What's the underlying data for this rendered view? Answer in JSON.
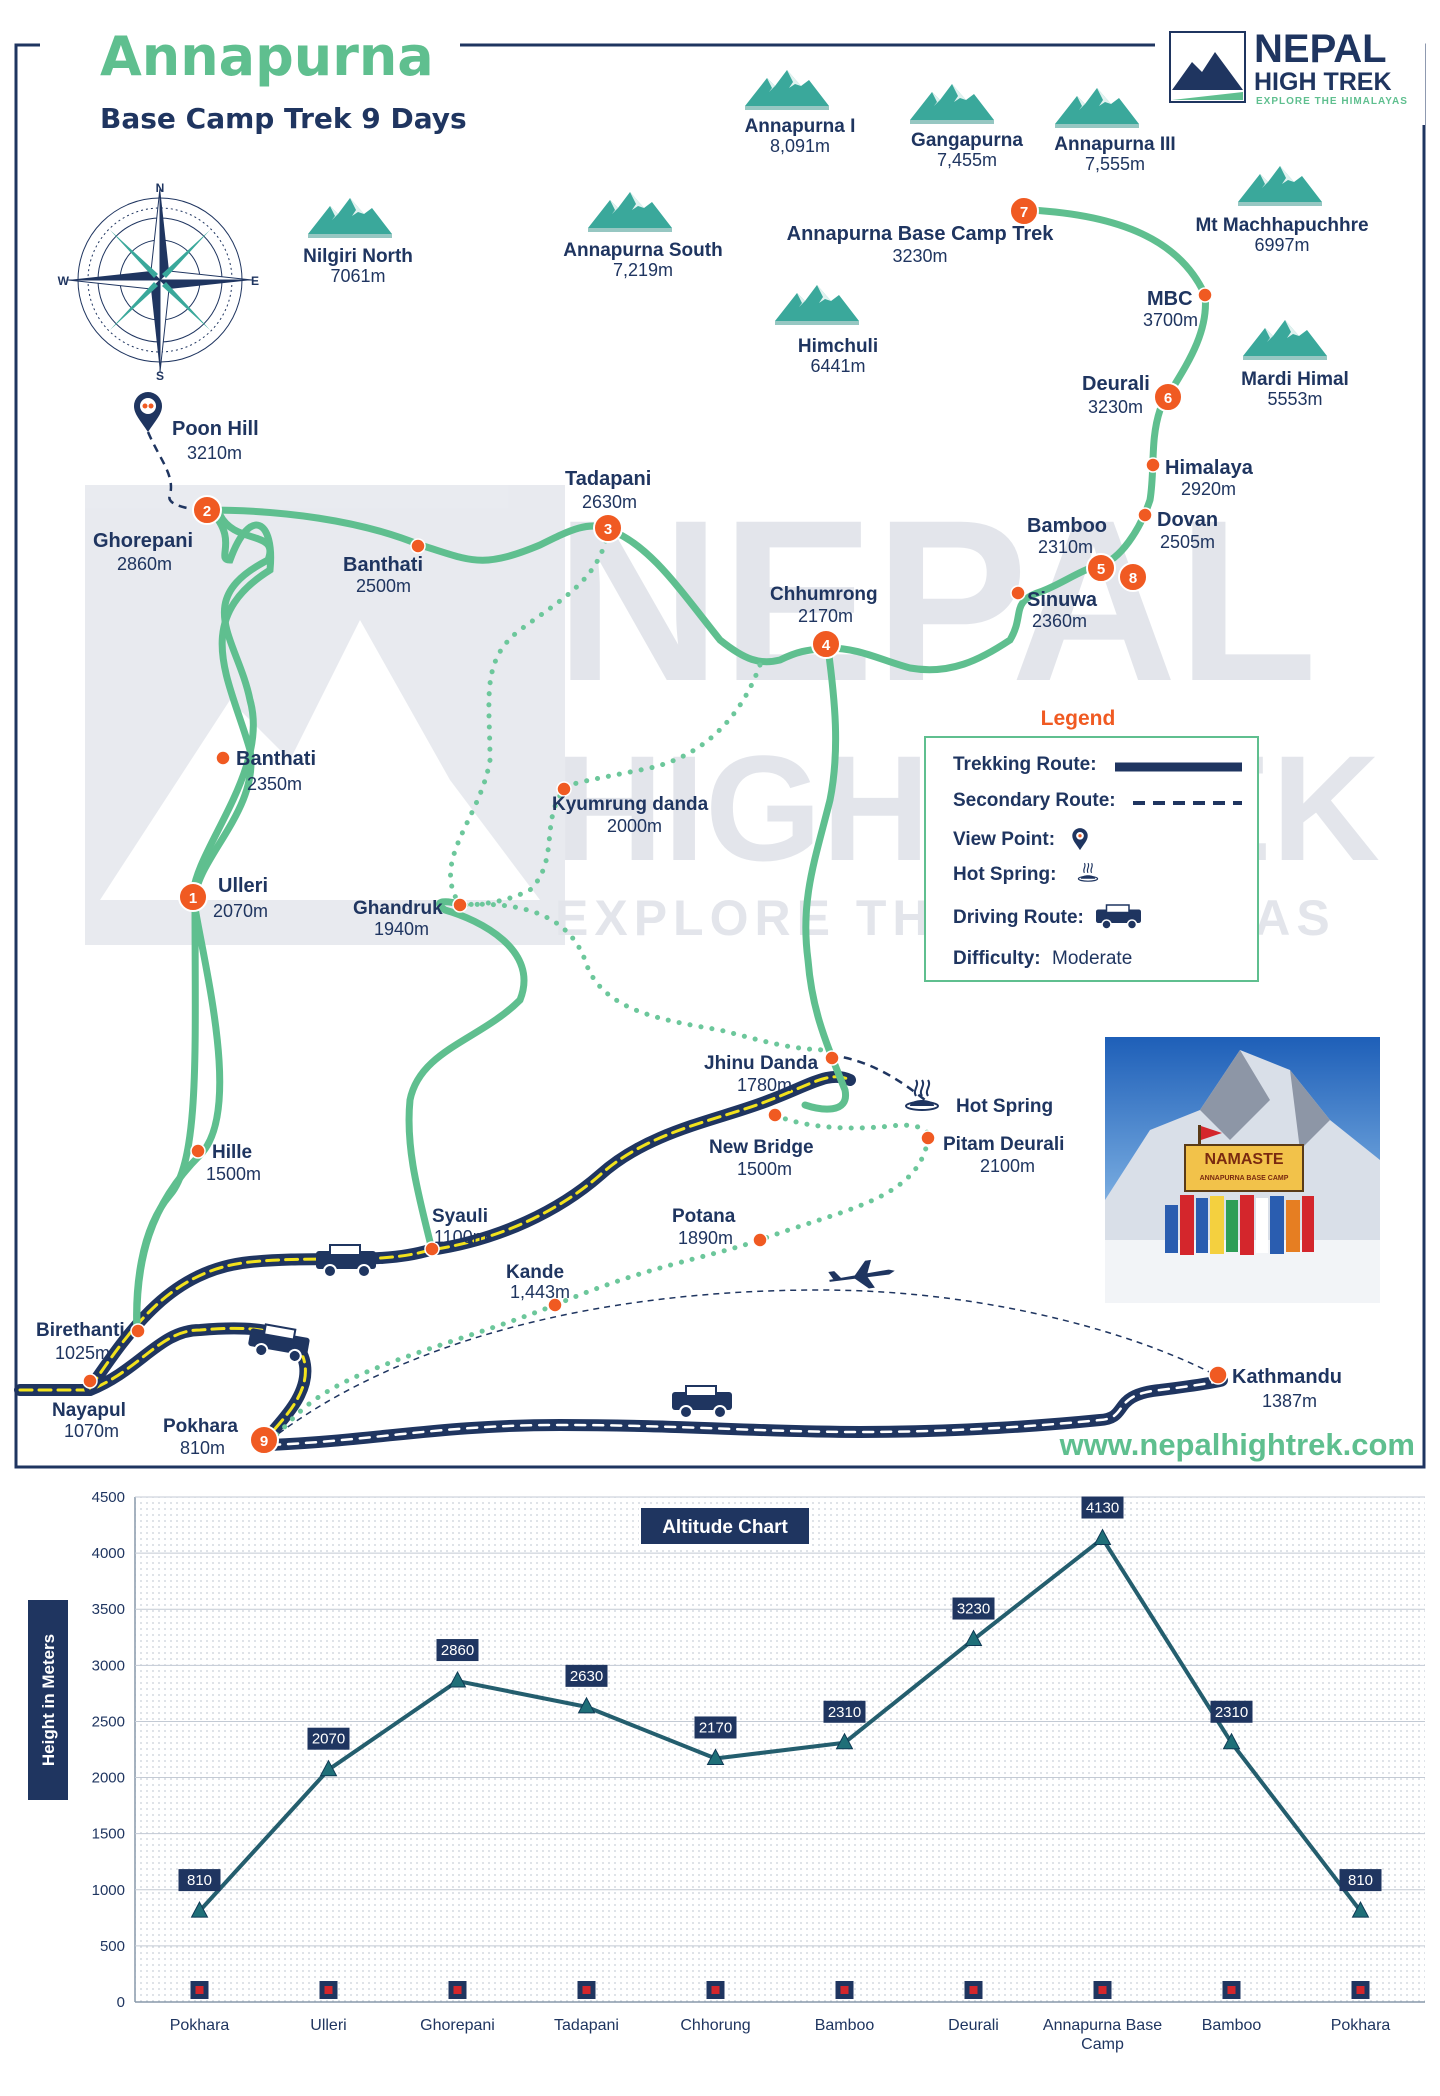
{
  "map": {
    "title": "Annapurna",
    "subtitle": "Base Camp Trek 9 Days",
    "brand": {
      "name_line1": "NEPAL",
      "name_line2": "HIGH TREK",
      "tagline": "EXPLORE THE HIMALAYAS"
    },
    "watermark": {
      "line1": "NEPAL",
      "line2": "HIGH TREK",
      "line3": "EXPLORE THE HIMALAYAS"
    },
    "compass": {
      "n": "N",
      "e": "E",
      "s": "S",
      "w": "W"
    },
    "mountains": [
      {
        "name": "Nilgiri North",
        "alt": "7061m"
      },
      {
        "name": "Annapurna South",
        "alt": "7,219m"
      },
      {
        "name": "Himchuli",
        "alt": "6441m"
      },
      {
        "name": "Annapurna I",
        "alt": "8,091m"
      },
      {
        "name": "Gangapurna",
        "alt": "7,455m"
      },
      {
        "name": "Annapurna III",
        "alt": "7,555m"
      },
      {
        "name": "Mt Machhapuchhre",
        "alt": "6997m"
      },
      {
        "name": "Mardi Himal",
        "alt": "5553m"
      }
    ],
    "places": [
      {
        "name": "Poon Hill",
        "alt": "3210m"
      },
      {
        "name": "Ghorepani",
        "alt": "2860m"
      },
      {
        "name": "Banthati",
        "alt": "2500m"
      },
      {
        "name": "Tadapani",
        "alt": "2630m"
      },
      {
        "name": "Chhumrong",
        "alt": "2170m"
      },
      {
        "name": "Bamboo",
        "alt": "2310m"
      },
      {
        "name": "Sinuwa",
        "alt": "2360m"
      },
      {
        "name": "Dovan",
        "alt": "2505m"
      },
      {
        "name": "Himalaya",
        "alt": "2920m"
      },
      {
        "name": "Deurali",
        "alt": "3230m"
      },
      {
        "name": "MBC",
        "alt": "3700m"
      },
      {
        "name": "Annapurna Base Camp Trek",
        "alt": "3230m"
      },
      {
        "name": "Banthati",
        "alt": "2350m"
      },
      {
        "name": "Ulleri",
        "alt": "2070m"
      },
      {
        "name": "Hille",
        "alt": "1500m"
      },
      {
        "name": "Birethanti",
        "alt": "1025m"
      },
      {
        "name": "Nayapul",
        "alt": "1070m"
      },
      {
        "name": "Pokhara",
        "alt": "810m"
      },
      {
        "name": "Kyumrung danda",
        "alt": "2000m"
      },
      {
        "name": "Ghandruk",
        "alt": "1940m"
      },
      {
        "name": "Jhinu Danda",
        "alt": "1780m"
      },
      {
        "name": "Hot Spring",
        "alt": ""
      },
      {
        "name": "New Bridge",
        "alt": "1500m"
      },
      {
        "name": "Pitam Deurali",
        "alt": "2100m"
      },
      {
        "name": "Syauli",
        "alt": "1100m"
      },
      {
        "name": "Potana",
        "alt": "1890m"
      },
      {
        "name": "Kande",
        "alt": "1,443m"
      },
      {
        "name": "Kathmandu",
        "alt": "1387m"
      }
    ],
    "stages": [
      "1",
      "2",
      "3",
      "4",
      "5",
      "6",
      "7",
      "8",
      "9"
    ],
    "legend": {
      "title": "Legend",
      "trekking": "Trekking Route:",
      "secondary": "Secondary Route:",
      "view": "View Point:",
      "hot": "Hot Spring:",
      "driving": "Driving Route:",
      "difficulty_label": "Difficulty:",
      "difficulty_value": "Moderate"
    },
    "photo_sign": {
      "line1": "NAMASTE",
      "line2": "ANNAPURNA BASE CAMP"
    },
    "website": "www.nepalhightrek.com",
    "colors": {
      "navy": "#1f3560",
      "green": "#5fbf8f",
      "orange": "#f05a22",
      "dotted": "#6cc79b",
      "yellow": "#f2e21c"
    }
  },
  "chart_data": {
    "type": "line",
    "title": "Altitude Chart",
    "ylabel": "Height in Meters",
    "xlabel": "",
    "categories": [
      "Pokhara",
      "Ulleri",
      "Ghorepani",
      "Tadapani",
      "Chhorung",
      "Bamboo",
      "Deurali",
      "Annapurna Base Camp",
      "Bamboo",
      "Pokhara"
    ],
    "values": [
      810,
      2070,
      2860,
      2630,
      2170,
      2310,
      3230,
      4130,
      2310,
      810
    ],
    "ylim": [
      0,
      4500
    ],
    "yticks": [
      "0",
      "500",
      "1000",
      "1500",
      "2000",
      "2500",
      "3000",
      "3500",
      "4000",
      "4500"
    ],
    "grid": true,
    "legend": "none"
  }
}
